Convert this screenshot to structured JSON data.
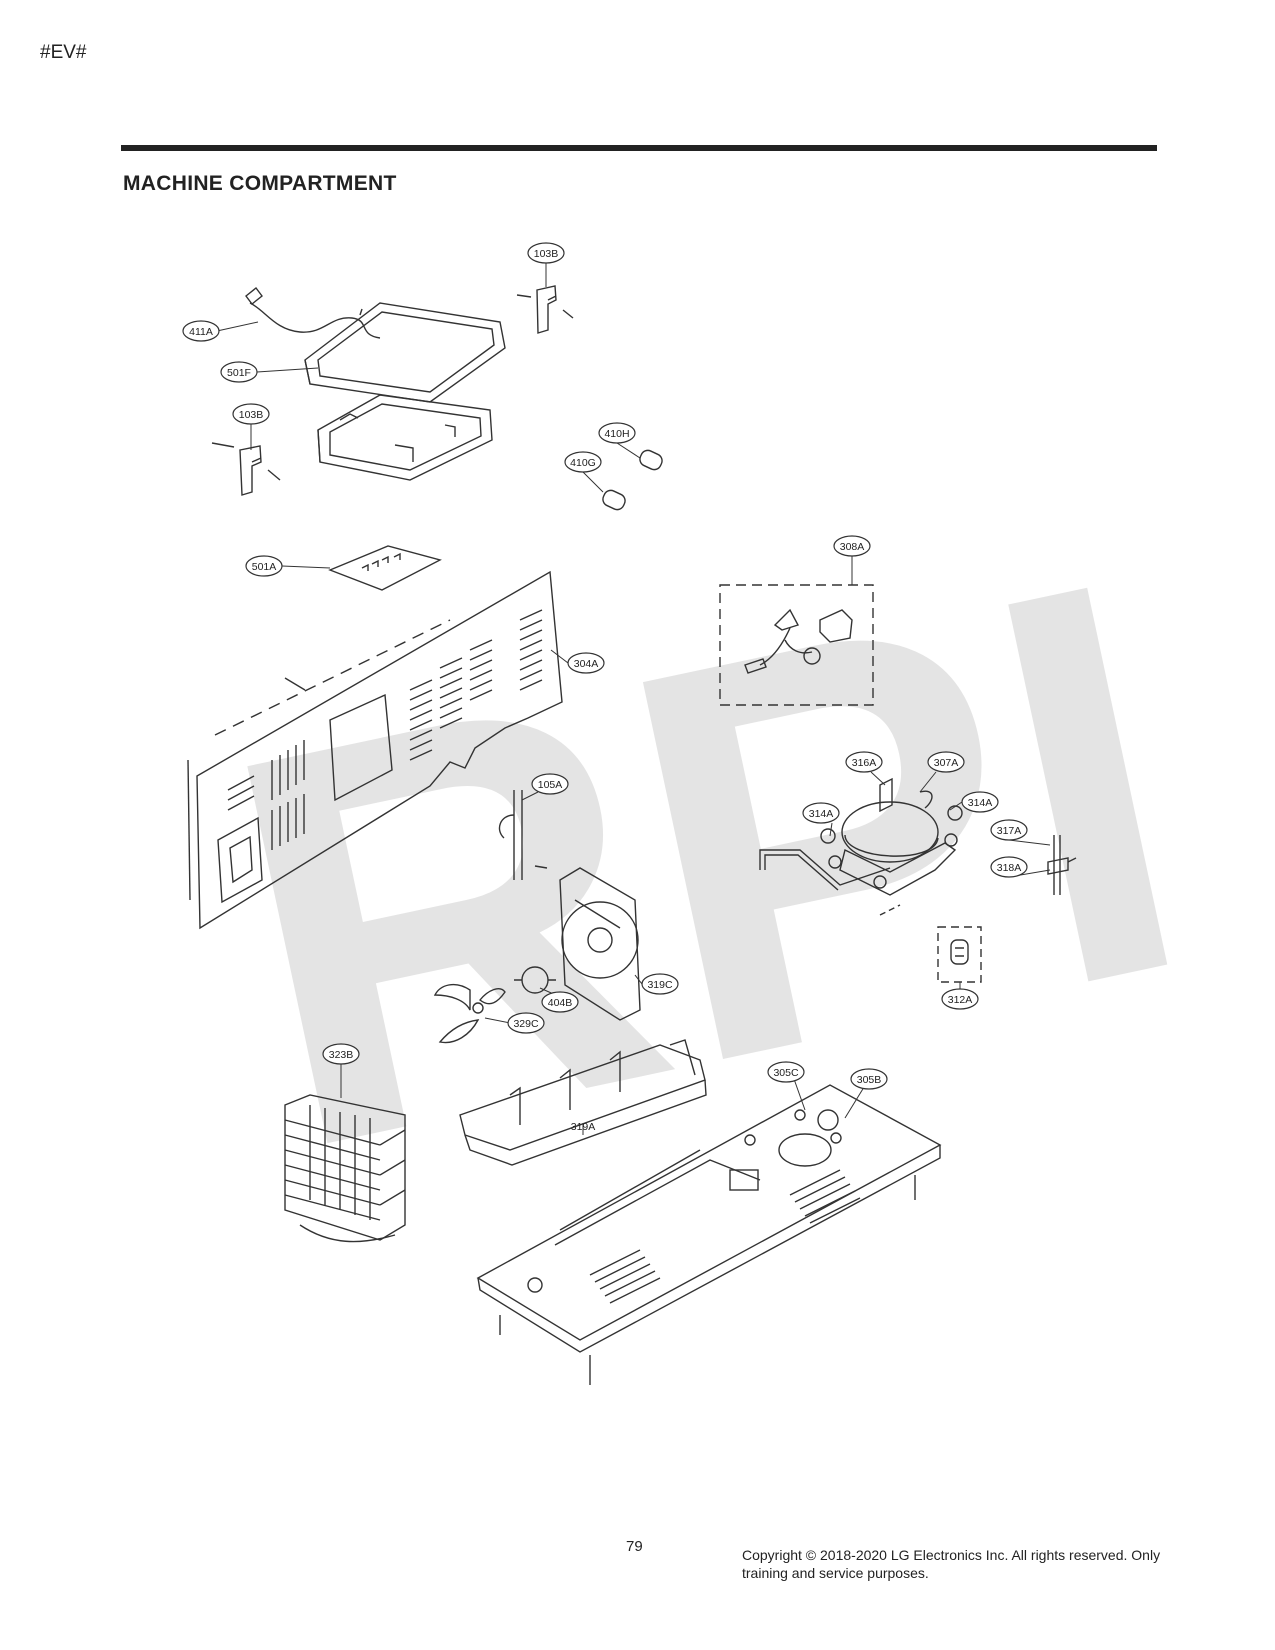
{
  "header": {
    "doc_code": "#EV#"
  },
  "section": {
    "title": "MACHINE COMPARTMENT"
  },
  "watermark": {
    "text": "RPI"
  },
  "callouts": [
    "103B",
    "411A",
    "501F",
    "103B",
    "410H",
    "410G",
    "501A",
    "308A",
    "304A",
    "316A",
    "307A",
    "314A",
    "314A",
    "317A",
    "318A",
    "105A",
    "312A",
    "319C",
    "404B",
    "329C",
    "323B",
    "305C",
    "305B",
    "319A"
  ],
  "footer": {
    "page_number": "79",
    "copyright": "Copyright © 2018-2020 LG Electronics Inc. All rights reserved. Only training and service purposes."
  }
}
